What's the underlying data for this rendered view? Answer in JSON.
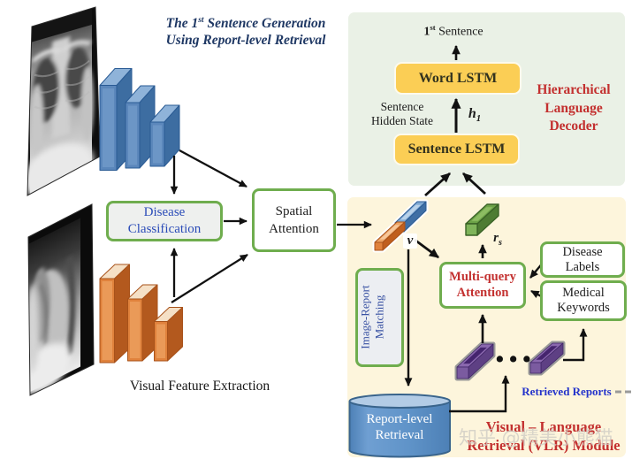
{
  "title": {
    "pre": "The 1",
    "sup": "st",
    "post": " Sentence Generation",
    "line2": "Using Report-level Retrieval"
  },
  "visual_extraction": {
    "disease_classification": {
      "line1": "Disease",
      "line2": "Classification"
    },
    "spatial_attention": {
      "line1": "Spatial",
      "line2": "Attention"
    },
    "caption": "Visual Feature Extraction"
  },
  "decoder_panel": {
    "first_sentence": {
      "pre": "1",
      "sup": "st",
      "post": " Sentence"
    },
    "word_lstm": "Word LSTM",
    "sentence_lstm": "Sentence LSTM",
    "hidden_state": {
      "line1": "Sentence",
      "line2": "Hidden State"
    },
    "h_var": {
      "base": "h",
      "sub": "1"
    },
    "decoder_label": {
      "line1": "Hierarchical",
      "line2": "Language",
      "line3": "Decoder"
    }
  },
  "vlr_panel": {
    "v_label": "v",
    "r_s_label": {
      "base": "r",
      "sub": "s"
    },
    "multi_query_attention": {
      "line1": "Multi-query",
      "line2": "Attention"
    },
    "disease_labels": {
      "line1": "Disease",
      "line2": "Labels"
    },
    "medical_keywords": {
      "line1": "Medical",
      "line2": "Keywords"
    },
    "image_report_matching": {
      "line1": "Image-Report",
      "line2": "Matching"
    },
    "ellipsis": "•••",
    "retrieved_reports": "Retrieved Reports",
    "report_level_retrieval": {
      "line1": "Report-level",
      "line2": "Retrieval"
    },
    "caption": {
      "line1": "Visual – Language",
      "line2": "Retrieval (VLR) Module"
    }
  },
  "watermark": "知乎 @精美小熊猫",
  "colors": {
    "panel_green": "#eaf1e6",
    "panel_cream": "#fdf5dc",
    "green_border": "#6fad4e",
    "lstm_yellow": "#fbce55",
    "red_text": "#c3302f",
    "blue_text": "#2b4cb8",
    "navy_title": "#1f3864",
    "retrieved_blue": "#2433cb",
    "cylinder_blue": "#5f93c8",
    "cylinder_top": "#b3cce6",
    "arrow_black": "#111111"
  }
}
